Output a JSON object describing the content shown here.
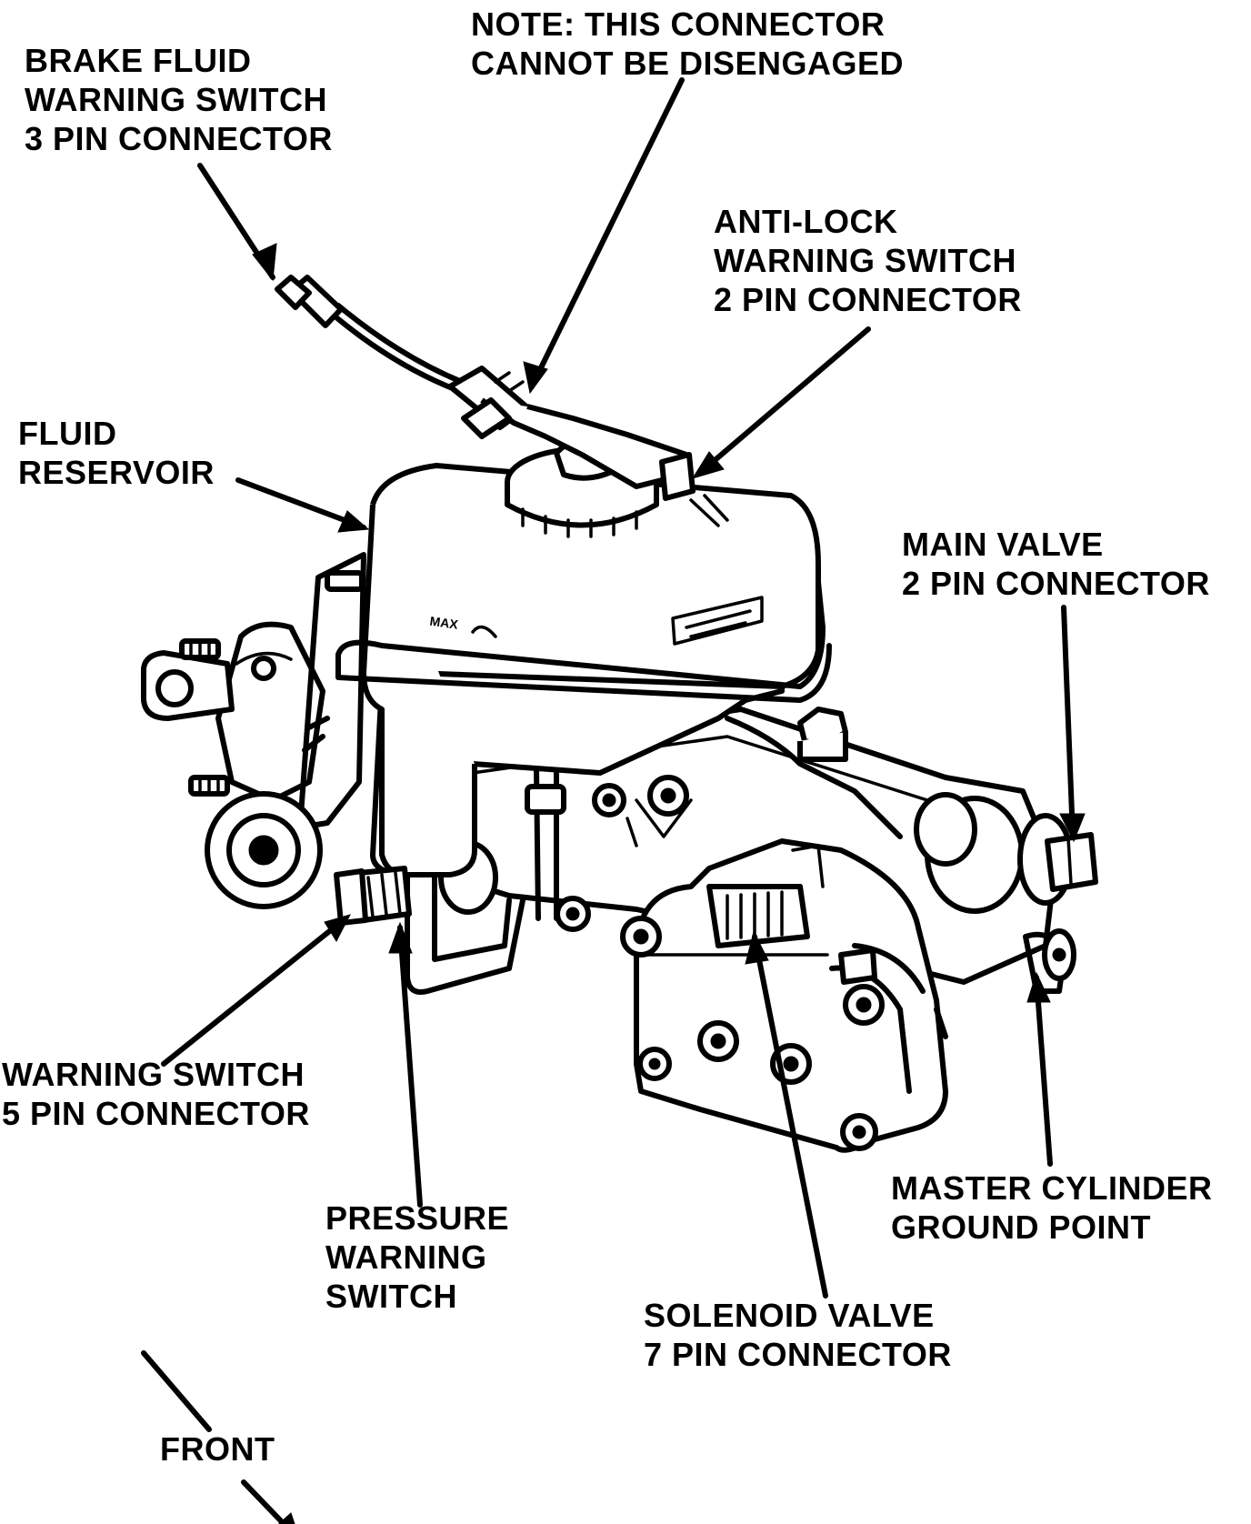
{
  "labels": {
    "note": [
      "NOTE: THIS CONNECTOR",
      "CANNOT BE DISENGAGED"
    ],
    "brake_fluid": [
      "BRAKE FLUID",
      "WARNING SWITCH",
      "3 PIN CONNECTOR"
    ],
    "anti_lock": [
      "ANTI-LOCK",
      "WARNING SWITCH",
      "2 PIN CONNECTOR"
    ],
    "fluid_reservoir": [
      "FLUID",
      "RESERVOIR"
    ],
    "main_valve": [
      "MAIN VALVE",
      "2 PIN CONNECTOR"
    ],
    "warning_switch": [
      "WARNING SWITCH",
      "5 PIN CONNECTOR"
    ],
    "pressure_switch": [
      "PRESSURE",
      "WARNING",
      "SWITCH"
    ],
    "master_cylinder": [
      "MASTER CYLINDER",
      "GROUND POINT"
    ],
    "solenoid_valve": [
      "SOLENOID VALVE",
      "7 PIN CONNECTOR"
    ],
    "front": "FRONT",
    "reservoir_mark": "MAX"
  }
}
